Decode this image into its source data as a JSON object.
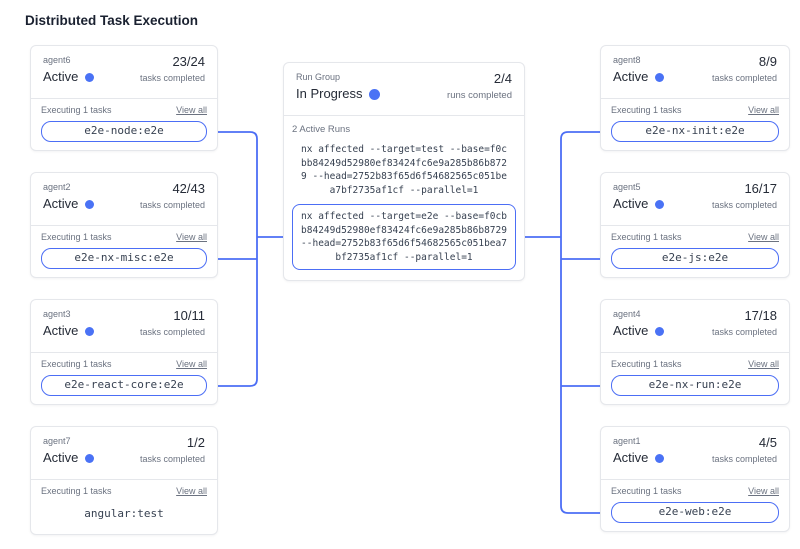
{
  "page": {
    "title": "Distributed Task Execution"
  },
  "colors": {
    "accent": "#4c6ef5",
    "status_dot": "#4a72f5",
    "card_border": "#e5e7eb"
  },
  "run_group": {
    "label": "Run Group",
    "status": "In Progress",
    "count": "2/4",
    "count_caption": "runs completed",
    "active_runs_label": "2 Active Runs",
    "runs": [
      {
        "command": "nx affected --target=test --base=f0cbb84249d52980ef83424fc6e9a285b86b8729 --head=2752b83f65d6f54682565c051bea7bf2735af1cf --parallel=1",
        "highlighted": false
      },
      {
        "command": "nx affected --target=e2e --base=f0cbb84249d52980ef83424fc6e9a285b86b8729 --head=2752b83f65d6f54682565c051bea7bf2735af1cf --parallel=1",
        "highlighted": true
      }
    ]
  },
  "agents": {
    "left": [
      {
        "name": "agent6",
        "status": "Active",
        "count": "23/24",
        "count_caption": "tasks completed",
        "executing_label": "Executing 1 tasks",
        "view_all": "View all",
        "task": "e2e-node:e2e",
        "linked": true
      },
      {
        "name": "agent2",
        "status": "Active",
        "count": "42/43",
        "count_caption": "tasks completed",
        "executing_label": "Executing 1 tasks",
        "view_all": "View all",
        "task": "e2e-nx-misc:e2e",
        "linked": true
      },
      {
        "name": "agent3",
        "status": "Active",
        "count": "10/11",
        "count_caption": "tasks completed",
        "executing_label": "Executing 1 tasks",
        "view_all": "View all",
        "task": "e2e-react-core:e2e",
        "linked": true
      },
      {
        "name": "agent7",
        "status": "Active",
        "count": "1/2",
        "count_caption": "tasks completed",
        "executing_label": "Executing 1 tasks",
        "view_all": "View all",
        "task": "angular:test",
        "linked": false
      }
    ],
    "right": [
      {
        "name": "agent8",
        "status": "Active",
        "count": "8/9",
        "count_caption": "tasks completed",
        "executing_label": "Executing 1 tasks",
        "view_all": "View all",
        "task": "e2e-nx-init:e2e",
        "linked": true
      },
      {
        "name": "agent5",
        "status": "Active",
        "count": "16/17",
        "count_caption": "tasks completed",
        "executing_label": "Executing 1 tasks",
        "view_all": "View all",
        "task": "e2e-js:e2e",
        "linked": true
      },
      {
        "name": "agent4",
        "status": "Active",
        "count": "17/18",
        "count_caption": "tasks completed",
        "executing_label": "Executing 1 tasks",
        "view_all": "View all",
        "task": "e2e-nx-run:e2e",
        "linked": true
      },
      {
        "name": "agent1",
        "status": "Active",
        "count": "4/5",
        "count_caption": "tasks completed",
        "executing_label": "Executing 1 tasks",
        "view_all": "View all",
        "task": "e2e-web:e2e",
        "linked": true
      }
    ]
  }
}
